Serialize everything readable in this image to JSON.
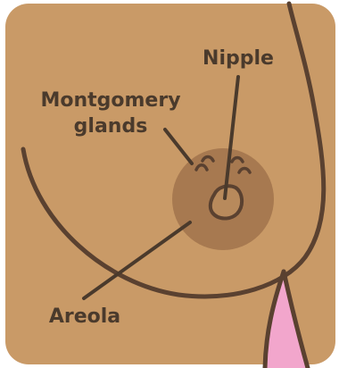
{
  "labels": {
    "nipple": "Nipple",
    "montgomery_line1": "Montgomery",
    "montgomery_line2": "glands",
    "areola": "Areola"
  },
  "colors": {
    "skin": "#c99a67",
    "outline": "#5a4130",
    "areola": "#a77950",
    "nipple_fill": "#b88a5c",
    "armpit": "#f2a6cc",
    "text": "#4a3a2c"
  }
}
